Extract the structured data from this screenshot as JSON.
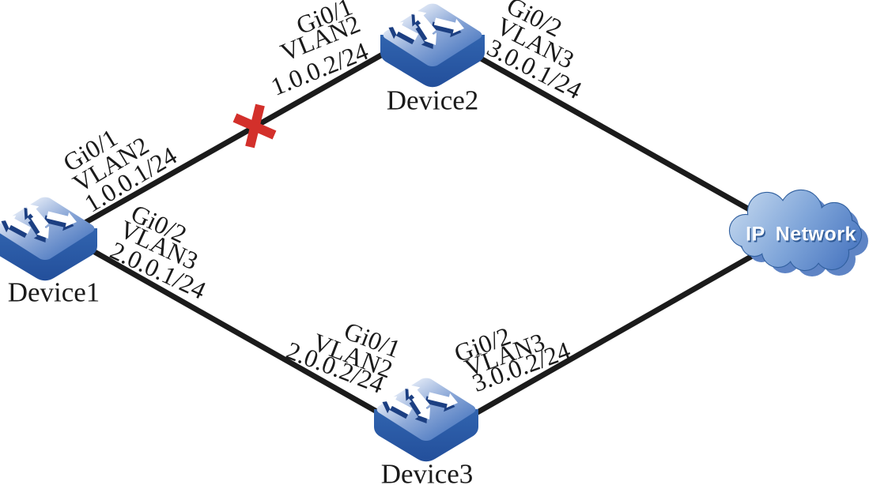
{
  "colors": {
    "background": "#ffffff",
    "link": "#1b1b1b",
    "cross": "#d3302b",
    "switch-top-light": "#d8e2f3",
    "switch-top-mid": "#8da9d8",
    "switch-top-dark": "#5b84c6",
    "switch-side-top": "#3164af",
    "switch-side-bottom": "#234f9b",
    "arrow-shadow": "#1c3f82",
    "arrow-fill": "#ffffff",
    "cloud-light": "#bcd2ec",
    "cloud-mid": "#7fa5d9",
    "cloud-dark": "#4976c0",
    "cloud-outline": "#31609f",
    "cloud-shadow": "#5e84c5",
    "label-text": "#1a1a1a",
    "cloud-label-text": "#ffffff",
    "cloud-label-shadow": "#2f5a96"
  },
  "devices": [
    {
      "name": "Device1"
    },
    {
      "name": "Device2"
    },
    {
      "name": "Device3"
    }
  ],
  "cloud": {
    "label": "IP Network"
  },
  "interfaces": [
    {
      "port": "Gi0/1",
      "vlan": "VLAN2",
      "ip": "1.0.0.2/24"
    },
    {
      "port": "Gi0/1",
      "vlan": "VLAN2",
      "ip": "1.0.0.1/24"
    },
    {
      "port": "Gi0/2",
      "vlan": "VLAN3",
      "ip": "2.0.0.1/24"
    },
    {
      "port": "Gi0/1",
      "vlan": "VLAN2",
      "ip": "2.0.0.2/24"
    },
    {
      "port": "Gi0/2",
      "vlan": "VLAN3",
      "ip": "3.0.0.1/24"
    },
    {
      "port": "Gi0/2",
      "vlan": "VLAN3",
      "ip": "3.0.0.2/24"
    }
  ]
}
